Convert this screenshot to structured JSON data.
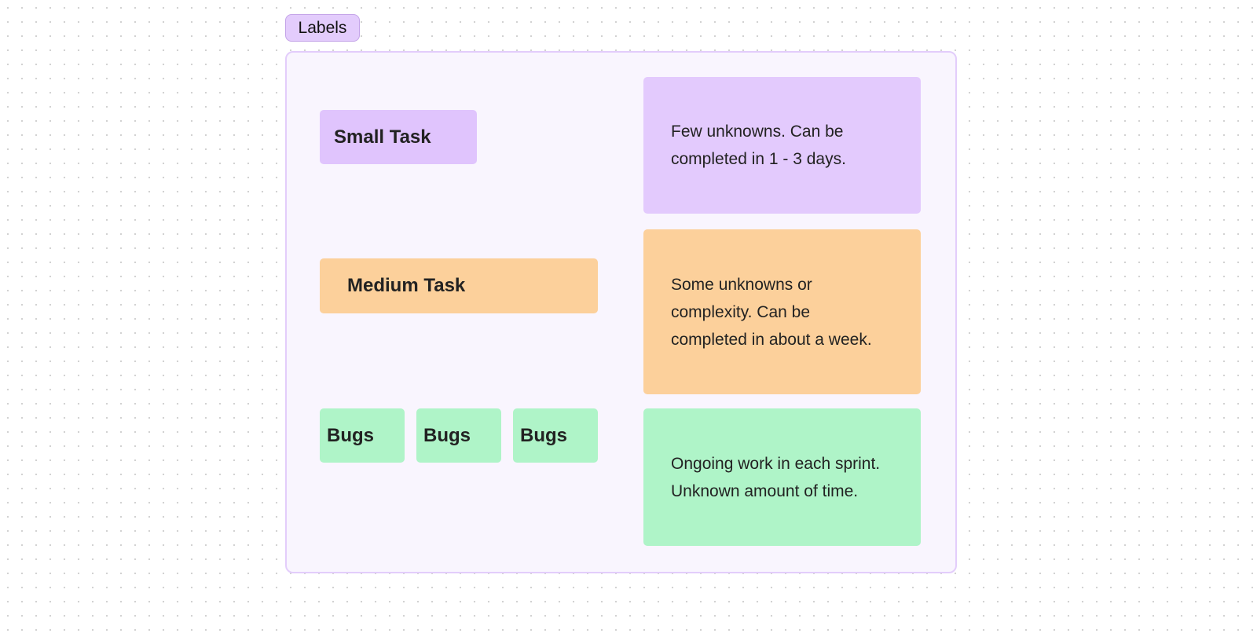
{
  "section_label": "Labels",
  "chips": {
    "small": "Small Task",
    "medium": "Medium Task",
    "bugs": [
      "Bugs",
      "Bugs",
      "Bugs"
    ]
  },
  "descriptions": {
    "small": "Few unknowns. Can be completed in 1 - 3 days.",
    "medium": "Some unknowns or complexity. Can be completed in about a week.",
    "bugs": "Ongoing work in each sprint. Unknown amount of time."
  },
  "colors": {
    "purple": "#e0c4fd",
    "orange": "#fcd09b",
    "green": "#aff4c8",
    "frame_bg": "#f9f5fe"
  }
}
